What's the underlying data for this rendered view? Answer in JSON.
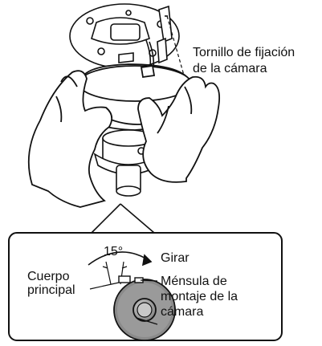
{
  "labels": {
    "screw_line1": "Tornillo de fijación",
    "screw_line2": "de la cámara",
    "angle": "15°",
    "rotate": "Girar",
    "body_line1": "Cuerpo",
    "body_line2": "principal",
    "bracket_line1": "Ménsula de",
    "bracket_line2": "montaje de la",
    "bracket_line3": "cámara"
  }
}
